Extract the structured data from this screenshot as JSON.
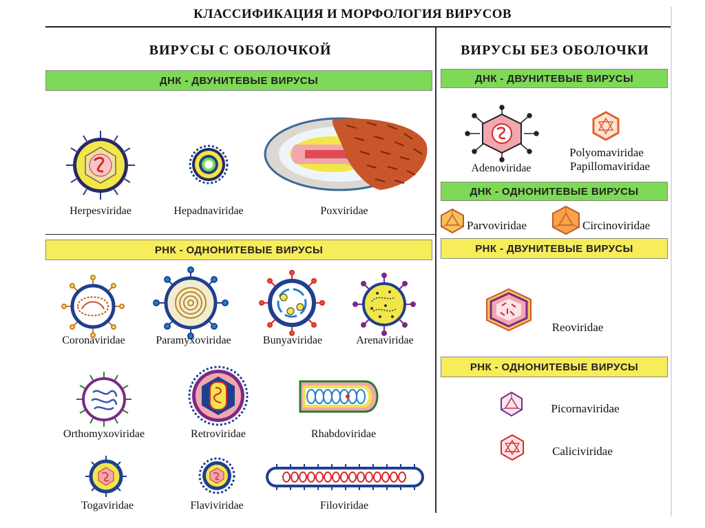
{
  "title": "КЛАССИФИКАЦИЯ И МОРФОЛОГИЯ ВИРУСОВ",
  "left_column": {
    "heading": "ВИРУСЫ  С  ОБОЛОЧКОЙ",
    "dna_band": "ДНК - ДВУНИТЕВЫЕ  ВИРУСЫ",
    "dna_viruses": [
      "Herpesviridae",
      "Hepadnaviridae",
      "Poxviridae"
    ],
    "rna_band": "РНК - ОДНОНИТЕВЫЕ  ВИРУСЫ",
    "rna_viruses": [
      "Coronaviridae",
      "Paramyxoviridae",
      "Bunyaviridae",
      "Arenaviridae",
      "Orthomyxoviridae",
      "Retroviridae",
      "Rhabdoviridae",
      "Togaviridae",
      "Flaviviridae",
      "Filoviridae"
    ]
  },
  "right_column": {
    "heading": "ВИРУСЫ  БЕЗ  ОБОЛОЧКИ",
    "dna_ds_band": "ДНК - ДВУНИТЕВЫЕ  ВИРУСЫ",
    "dna_ds_viruses": [
      "Adenoviridae",
      "Polyomaviridae",
      "Papillomaviridae"
    ],
    "dna_ss_band": "ДНК - ОДНОНИТЕВЫЕ  ВИРУСЫ",
    "dna_ss_viruses": [
      "Parvoviridae",
      "Circinoviridae"
    ],
    "rna_ds_band": "РНК - ДВУНИТЕВЫЕ  ВИРУСЫ",
    "rna_ds_viruses": [
      "Reoviridae"
    ],
    "rna_ss_band": "РНК - ОДНОНИТЕВЫЕ  ВИРУСЫ",
    "rna_ss_viruses": [
      "Picornaviridae",
      "Caliciviridae"
    ]
  },
  "colors": {
    "dna_band": "#7ed957",
    "rna_band": "#f7ec5a",
    "capsid_blue": "#1f3f8f",
    "core_yellow": "#f1e64a",
    "orange": "#e0632a",
    "red": "#d8282a",
    "purple": "#7a2b85"
  }
}
